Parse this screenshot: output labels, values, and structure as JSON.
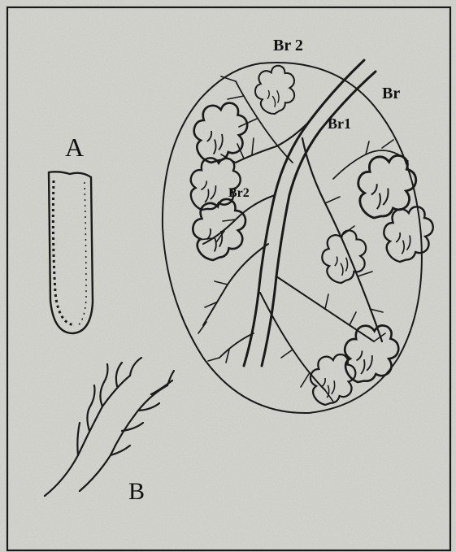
{
  "figure": {
    "label_A": "A",
    "label_B": "B",
    "label_br2_top": "Br 2",
    "label_br": "Br",
    "label_br1": "Br1",
    "label_br2_mid": "Br2"
  },
  "colors": {
    "paper": "#d9d9d4",
    "ink": "#1a1a1a"
  }
}
